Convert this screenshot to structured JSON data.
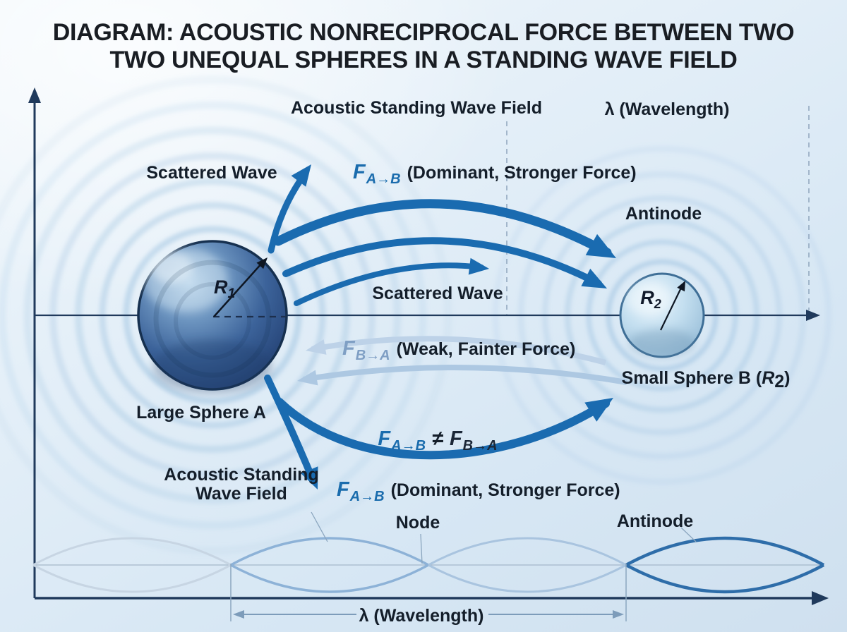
{
  "title": {
    "line1": "DIAGRAM: ACOUSTIC NONRECIPROCAL FORCE BETWEEN TWO",
    "line2": "TWO UNEQUAL SPHERES IN A STANDING WAVE FIELD"
  },
  "field": {
    "top_label": "Acoustic Standing Wave Field",
    "bottom_label_line1": "Acoustic Standing",
    "bottom_label_line2": "Wave Field"
  },
  "wavelength": {
    "top": "λ (Wavelength)",
    "bottom": "λ (Wavelength)"
  },
  "spheres": {
    "large_label": "Large Sphere A",
    "small_label_prefix": "Small Sphere B (",
    "small_label_r": "R",
    "small_label_r_sub": "2",
    "small_label_suffix": ")",
    "r1": "R",
    "r1_sub": "1",
    "r2": "R",
    "r2_sub": "2"
  },
  "waves": {
    "scattered_top": "Scattered Wave",
    "scattered_mid": "Scattered Wave",
    "node": "Node",
    "antinode_top": "Antinode",
    "antinode_bottom": "Antinode"
  },
  "forces": {
    "f": "F",
    "sub_ab": "A→B",
    "sub_ba": "B→A",
    "dominant_top_desc": "(Dominant, Stronger Force)",
    "dominant_bottom_desc": "(Dominant, Stronger Force)",
    "weak_desc": "(Weak, Fainter Force)",
    "neq": "≠"
  },
  "colors": {
    "force_strong_blue": "#1a6bb0",
    "force_weak_blue": "#b7cfe7",
    "f_label_blue": "#1a6cad",
    "f_label_weak": "#7f9fc4",
    "axis_navy": "#203a5c",
    "text_dark": "#141e2a",
    "sphere_a_dark": "#2a4a7e",
    "sphere_b_light": "#bcdaee",
    "antinode_wave_blue": "#2e6da9",
    "background_blue": "#dcebf7"
  }
}
